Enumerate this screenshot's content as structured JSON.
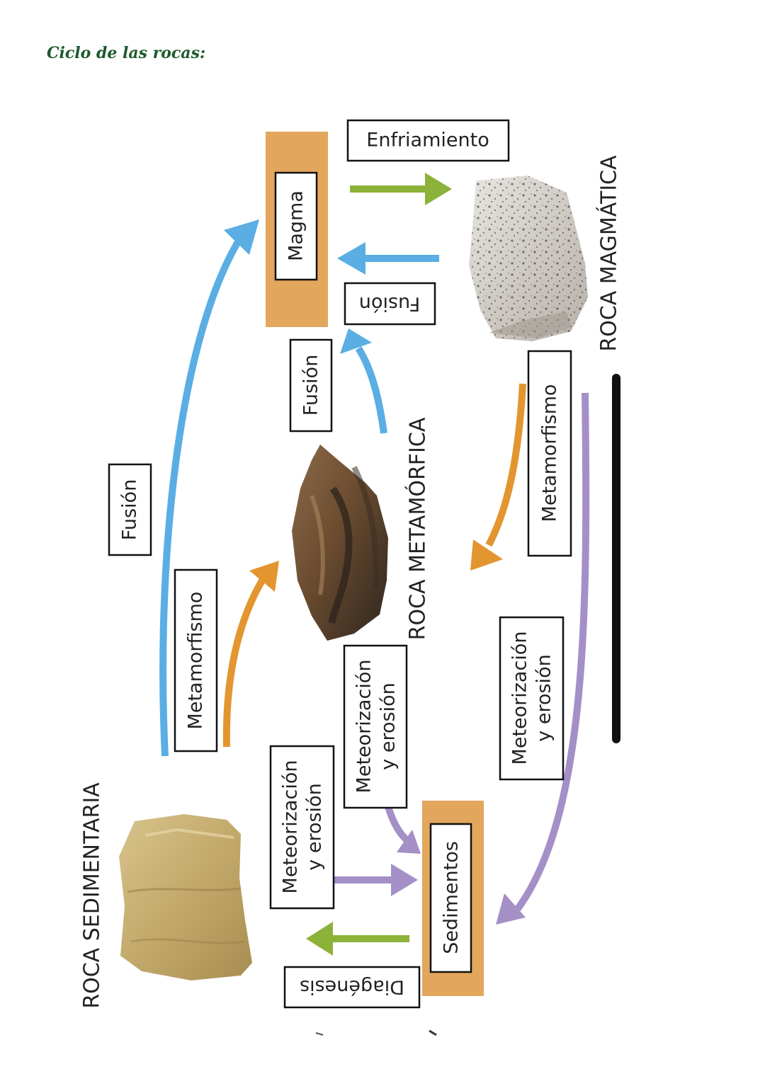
{
  "title": "Ciclo de las rocas:",
  "colors": {
    "fusion": "#5aaee3",
    "metamorfismo": "#e3952f",
    "meteorizacion": "#a58fc7",
    "enfriamiento": "#8cb23a",
    "bar": "#e2a65c",
    "title": "#1d5a2c"
  },
  "rocks": {
    "magmatica": "ROCA MAGMÁTICA",
    "metamorfica": "ROCA METAMÓRFICA",
    "sedimentaria": "ROCA SEDIMENTARIA"
  },
  "nodes": {
    "magma": "Magma",
    "sedimentos": "Sedimentos"
  },
  "labels": {
    "enfriamiento": "Enfriamiento",
    "fusion_inverted": "Fusión",
    "fusion_center": "Fusión",
    "fusion_left": "Fusión",
    "metamorfismo_left": "Metamorfismo",
    "metamorfismo_right": "Metamorfismo",
    "meteorizacion_right": [
      "Meteorización",
      "y erosión"
    ],
    "meteorizacion_center": [
      "Meteorización",
      "y erosión"
    ],
    "meteorizacion_left": [
      "Meteorización",
      "y erosión"
    ],
    "diagenesis": "Diagénesis"
  }
}
